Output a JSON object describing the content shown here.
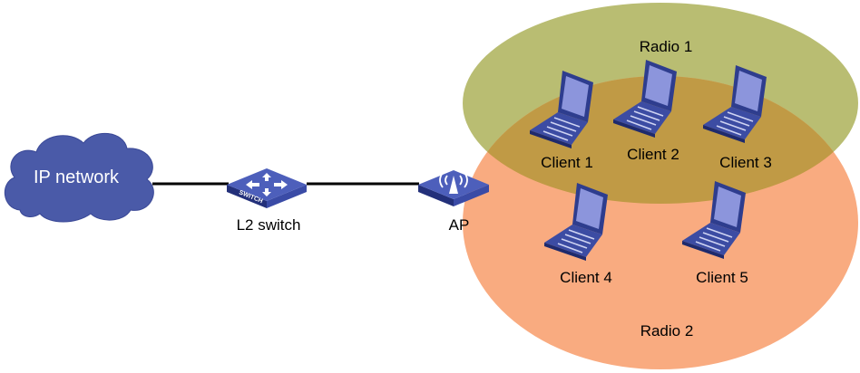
{
  "nodes": {
    "cloud": "IP network",
    "switch": "L2 switch",
    "switch_face": "SWITCH",
    "ap": "AP"
  },
  "radios": [
    {
      "name": "Radio 1",
      "color": "#b9bd72"
    },
    {
      "name": "Radio 2",
      "color": "#f9ab80"
    }
  ],
  "overlap_color": "#c09a45",
  "clients": [
    "Client 1",
    "Client 2",
    "Client 3",
    "Client 4",
    "Client 5"
  ],
  "device_color": "#3b4fa0",
  "cloud_color": "#4a5aa8"
}
